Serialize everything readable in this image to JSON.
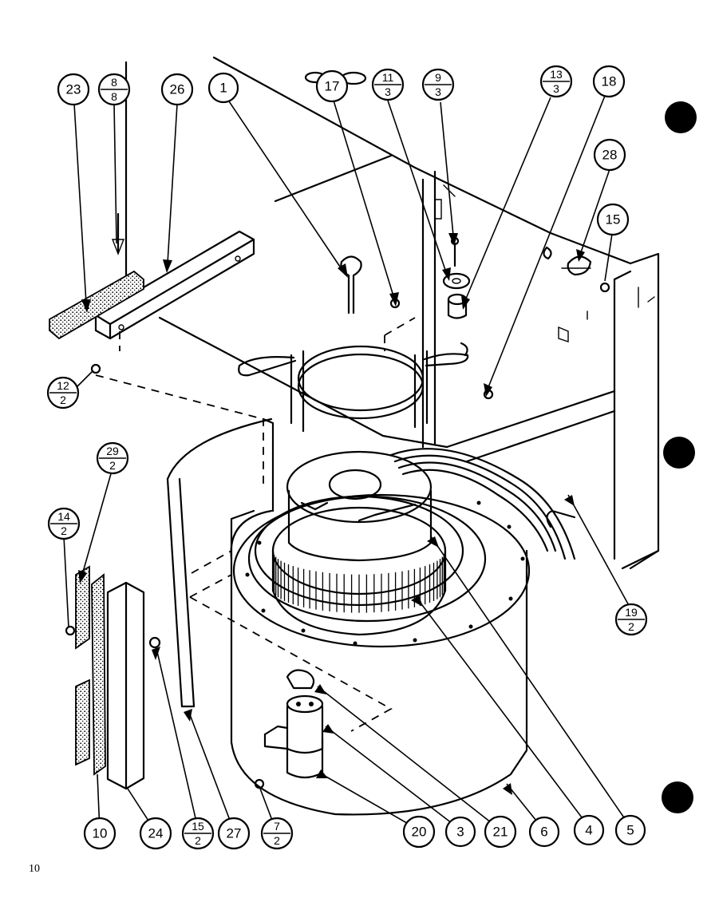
{
  "page_number": "10",
  "callouts": {
    "c23": "23",
    "c8_num": "8",
    "c8_den": "8",
    "c26": "26",
    "c1": "1",
    "c17": "17",
    "c11_num": "11",
    "c11_den": "3",
    "c9_num": "9",
    "c9_den": "3",
    "c13_num": "13",
    "c13_den": "3",
    "c18": "18",
    "c28": "28",
    "c15": "15",
    "c12_num": "12",
    "c12_den": "2",
    "c29_num": "29",
    "c29_den": "2",
    "c14_num": "14",
    "c14_den": "2",
    "c19_num": "19",
    "c19_den": "2",
    "c10": "10",
    "c24": "24",
    "c15b_num": "15",
    "c15b_den": "2",
    "c27": "27",
    "c7_num": "7",
    "c7_den": "2",
    "c20": "20",
    "c3": "3",
    "c21": "21",
    "c6": "6",
    "c4": "4",
    "c5": "5"
  },
  "colors": {
    "ink": "#000000",
    "paper": "#ffffff"
  }
}
